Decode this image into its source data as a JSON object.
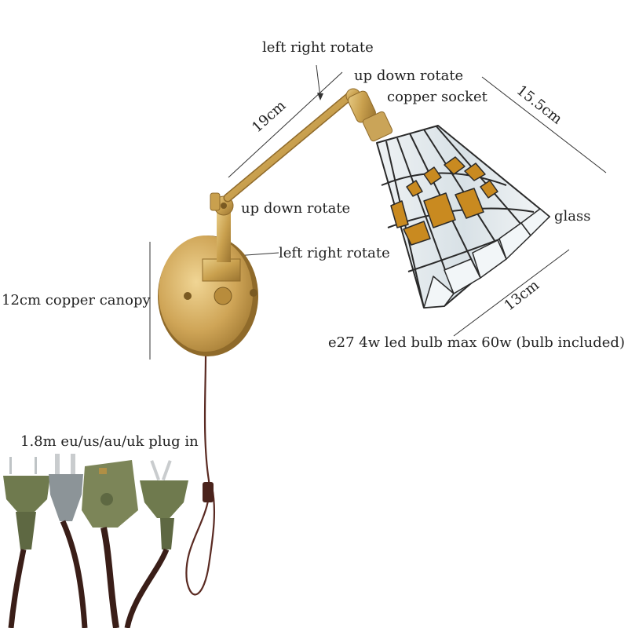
{
  "labels": {
    "top_rotate": "left right rotate",
    "joint_rotate_top": "up down rotate",
    "copper_socket": "copper socket",
    "arm_length": "19cm",
    "shade_height": "15.5cm",
    "joint_rotate_mid": "up down rotate",
    "base_rotate": "left right rotate",
    "glass": "glass",
    "shade_width": "13cm",
    "canopy": "12cm copper canopy",
    "bulb": "e27 4w led bulb max 60w  (bulb included)",
    "plug": "1.8m eu/us/au/uk plug in"
  },
  "colors": {
    "brass": "#c9a04e",
    "brass_dark": "#a57c2f",
    "amber_glass": "#c98a20",
    "clear_glass": "#dde6ea",
    "lead_line": "#2a2a2a",
    "cord": "#5a2a22",
    "plug_body": "#6f7a4e",
    "dimension_line": "#333333"
  }
}
